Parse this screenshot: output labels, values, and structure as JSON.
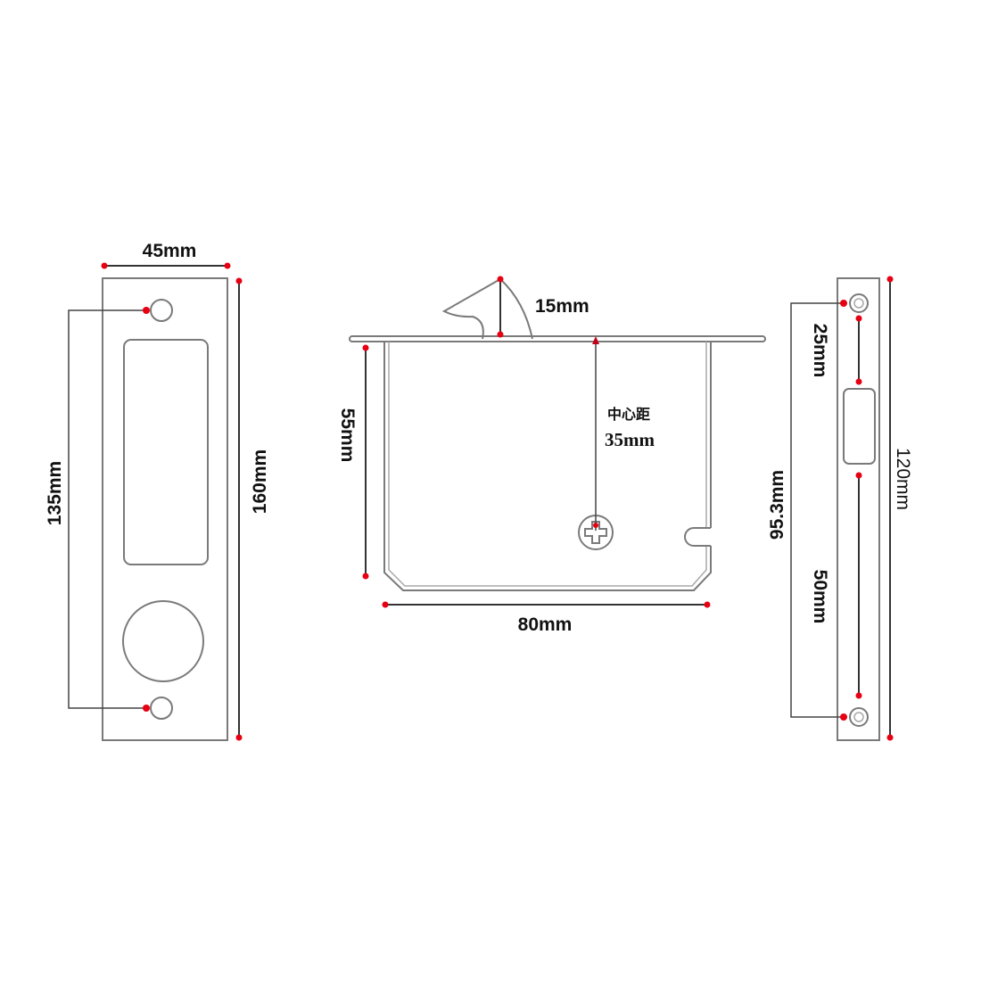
{
  "diagram": {
    "type": "technical-dimension-drawing",
    "subject": "sliding door lock set",
    "colors": {
      "outline": "#7a7a7a",
      "dimension_line": "#333333",
      "dimension_point": "#e60012",
      "text": "#111111",
      "background": "#ffffff"
    },
    "faceplate": {
      "width_label": "45mm",
      "height_label": "160mm",
      "hole_spacing_label": "135mm"
    },
    "lock_body": {
      "hook_height_label": "15mm",
      "body_height_label": "55mm",
      "center_distance_caption": "中心距",
      "center_distance_label": "35mm",
      "body_width_label": "80mm"
    },
    "strike_plate": {
      "top_offset_label": "25mm",
      "hole_spacing_label": "95.3mm",
      "lower_span_label": "50mm",
      "height_label": "120mm"
    }
  }
}
